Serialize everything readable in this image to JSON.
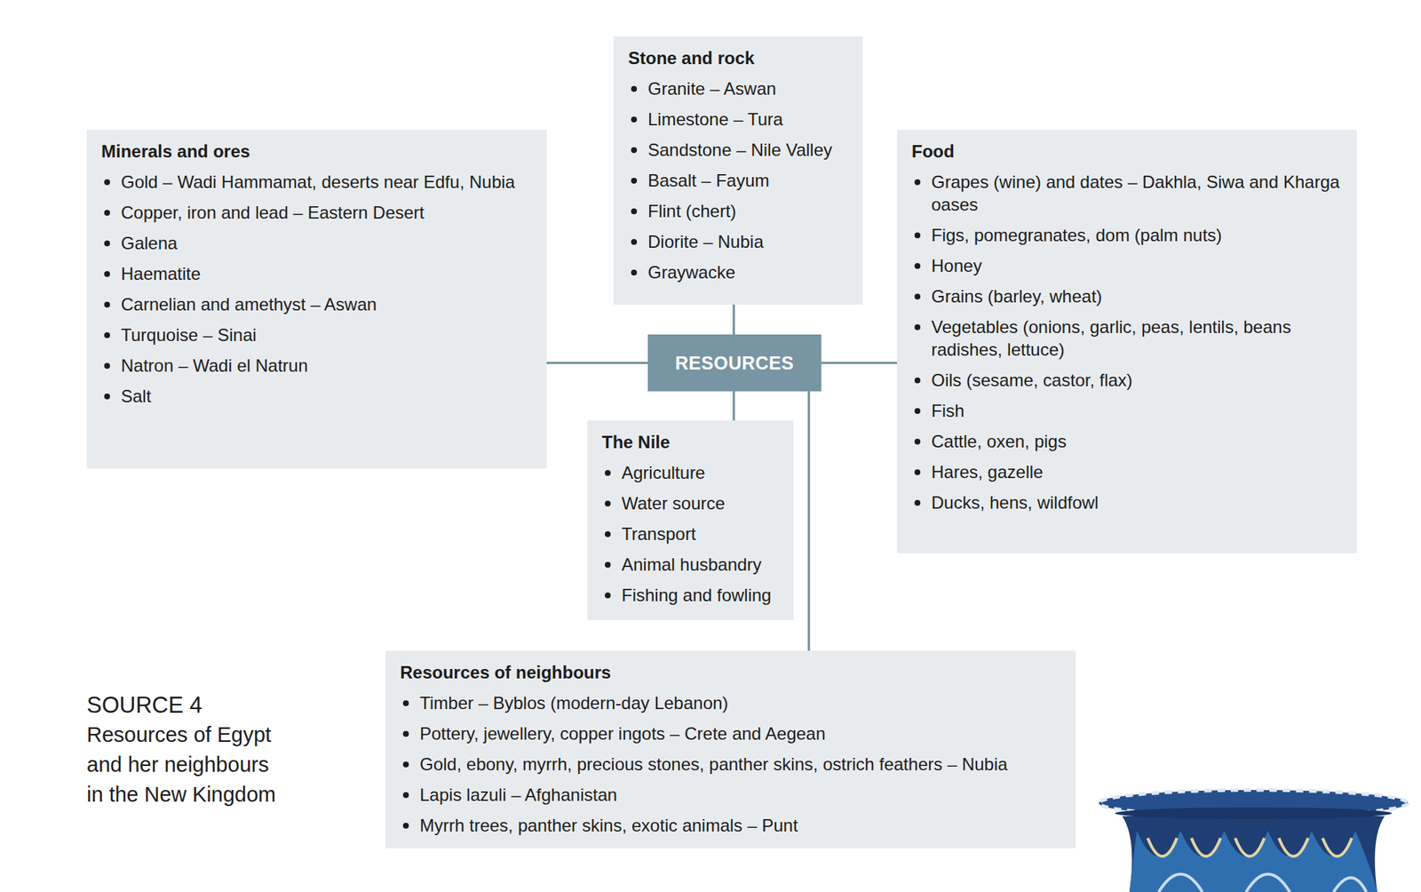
{
  "diagram": {
    "title": "SOURCE 4",
    "caption": "Resources of Egypt and her neighbours in the New Kingdom",
    "nodes": [
      {
        "text": [
          "Stone and rock",
          "Granite – Aswan",
          "Limestone – Tura",
          "Sandstone – Nile Valley",
          "Basalt – Fayum",
          "Flint (chert)",
          "Diorite – Nubia",
          "Graywacke"
        ]
      },
      {
        "text": [
          "Minerals and ores",
          "Gold – Wadi Hammamat, deserts near Edfu, Nubia",
          "Copper, iron and lead – Eastern Desert",
          "Galena",
          "Haematite",
          "Carnelian and amethyst – Aswan",
          "Turquoise – Sinai",
          "Natron – Wadi el Natrun",
          "Salt"
        ]
      },
      {
        "text": [
          "Food",
          "Grapes (wine) and dates – Dakhla, Siwa and Kharga oases",
          "Figs, pomegranates, dom (palm nuts)",
          "Honey",
          "Grains (barley, wheat)",
          "Vegetables (onions, garlic, peas, lentils, beans radishes, lettuce)",
          "Oils (sesame, castor, flax)",
          "Fish",
          "Cattle, oxen, pigs",
          "Hares, gazelle",
          "Ducks, hens, wildfowl"
        ]
      },
      {
        "text": [
          "RESOURCES"
        ]
      },
      {
        "text": [
          "The Nile",
          "Agriculture",
          "Water source",
          "Transport",
          "Animal husbandry",
          "Fishing and fowling"
        ]
      },
      {
        "text": [
          "Resources of neighbours",
          "Timber – Byblos (modern-day Lebanon)",
          "Pottery, jewellery, copper ingots – Crete and Aegean",
          "Gold, ebony, myrrh, precious stones, panther skins, ostrich feathers – Nubia",
          "Lapis lazuli – Afghanistan",
          "Myrrh trees, panther skins, exotic animals – Punt"
        ]
      }
    ],
    "edges": [
      {
        "from": 3,
        "to": 0,
        "arrow": "none"
      },
      {
        "from": 3,
        "to": 1,
        "arrow": "none"
      },
      {
        "from": 3,
        "to": 2,
        "arrow": "none"
      },
      {
        "from": 3,
        "to": 4,
        "arrow": "none"
      },
      {
        "from": 3,
        "to": 5,
        "arrow": "none"
      }
    ]
  }
}
